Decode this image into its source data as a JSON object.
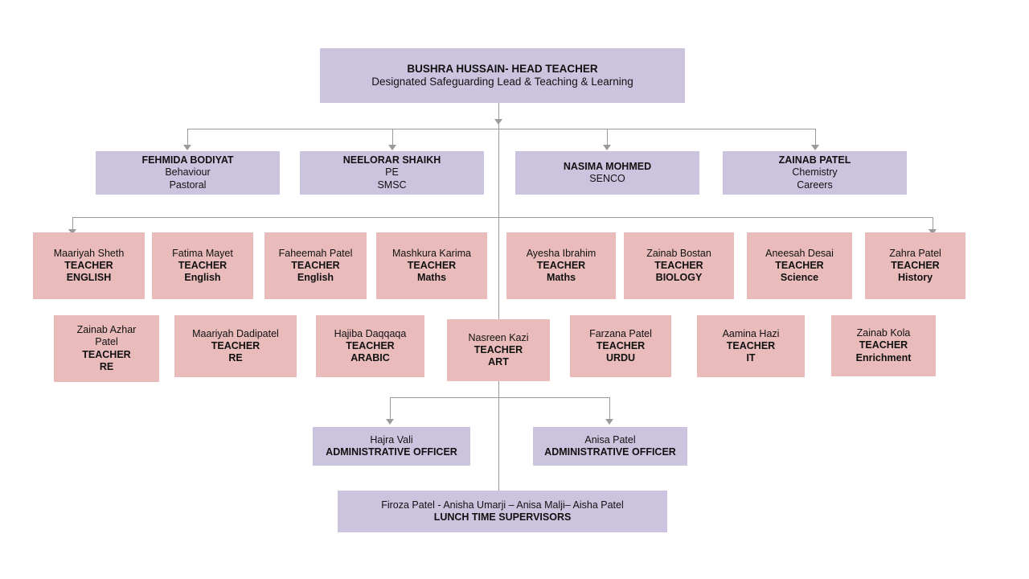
{
  "meta": {
    "title": "School Staff Structure Organisational Chart",
    "colors": {
      "lilac": "#ccc4de",
      "rose": "#e9bbbb",
      "connector": "#9a9a9a",
      "background": "#ffffff",
      "text": "#111111"
    }
  },
  "head": {
    "name": "BUSHRA HUSSAIN- HEAD TEACHER",
    "role": "Designated Safeguarding Lead & Teaching & Learning"
  },
  "leadership": [
    {
      "name": "FEHMIDA BODIYAT",
      "line2": "Behaviour",
      "line3": "Pastoral"
    },
    {
      "name": "NEELORAR SHAIKH",
      "line2": "PE",
      "line3": "SMSC"
    },
    {
      "name": "NASIMA MOHMED",
      "line2": "SENCO",
      "line3": ""
    },
    {
      "name": "ZAINAB PATEL",
      "line2": "Chemistry",
      "line3": "Careers"
    }
  ],
  "teachers_row1": [
    {
      "name": "Maariyah Sheth",
      "title": "TEACHER",
      "subject": "ENGLISH"
    },
    {
      "name": "Fatima  Mayet",
      "title": "TEACHER",
      "subject": "English"
    },
    {
      "name": "Faheemah Patel",
      "title": "TEACHER",
      "subject": "English"
    },
    {
      "name": "Mashkura Karima",
      "title": "TEACHER",
      "subject": "Maths"
    },
    {
      "name": "Ayesha Ibrahim",
      "title": "TEACHER",
      "subject": "Maths"
    },
    {
      "name": "Zainab Bostan",
      "title": "TEACHER",
      "subject": "BIOLOGY"
    },
    {
      "name": "Aneesah Desai",
      "title": "TEACHER",
      "subject": "Science"
    },
    {
      "name": "Zahra Patel",
      "title": "TEACHER",
      "subject": "History"
    }
  ],
  "teachers_row2": [
    {
      "name": "Zainab Azhar",
      "name2": "Patel",
      "title": "TEACHER",
      "subject": "RE"
    },
    {
      "name": "Maariyah Dadipatel",
      "name2": "",
      "title": "TEACHER",
      "subject": "RE"
    },
    {
      "name": "Hajiba Daqqaqa",
      "name2": "",
      "title": "TEACHER",
      "subject": "ARABIC"
    },
    {
      "name": "Nasreen Kazi",
      "name2": "",
      "title": "TEACHER",
      "subject": "ART"
    },
    {
      "name": "Farzana Patel",
      "name2": "",
      "title": "TEACHER",
      "subject": "URDU"
    },
    {
      "name": "Aamina Hazi",
      "name2": "",
      "title": "TEACHER",
      "subject": "IT"
    },
    {
      "name": "Zainab Kola",
      "name2": "",
      "title": "TEACHER",
      "subject": "Enrichment"
    }
  ],
  "admin": [
    {
      "name": "Hajra Vali",
      "title": "ADMINISTRATIVE OFFICER"
    },
    {
      "name": "Anisa Patel",
      "title": "ADMINISTRATIVE OFFICER"
    }
  ],
  "lunch": {
    "names": "Firoza Patel - Anisha Umarji – Anisa Malji– Aisha Patel",
    "title": "LUNCH TIME SUPERVISORS"
  }
}
